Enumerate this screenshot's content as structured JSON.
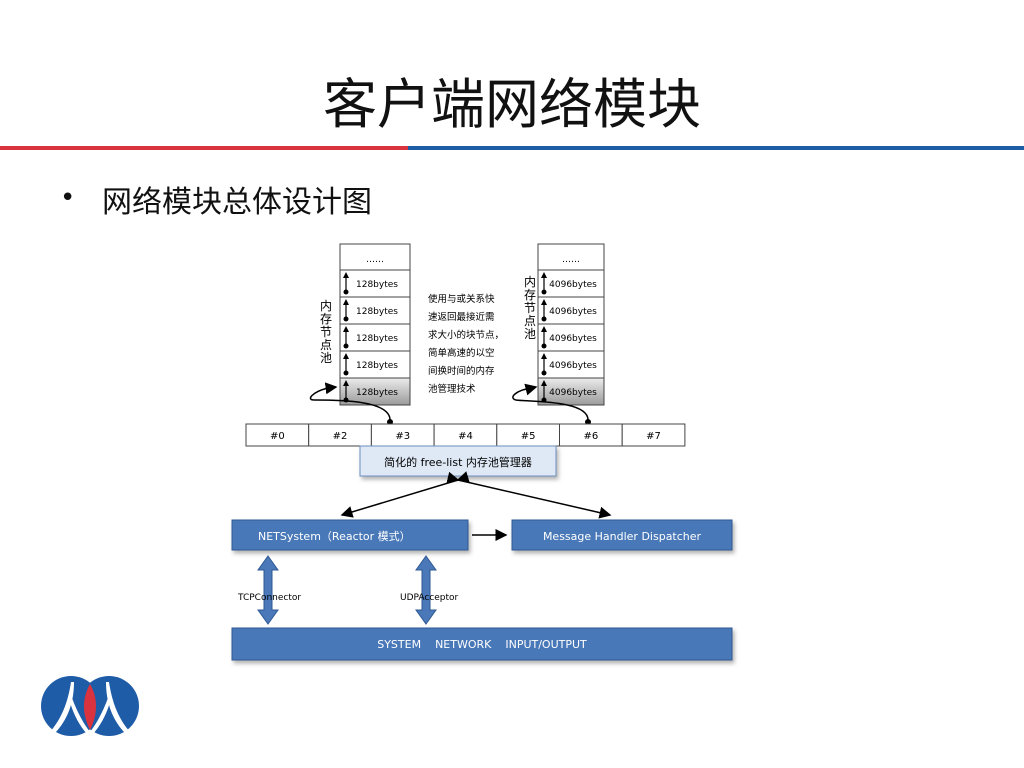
{
  "slide": {
    "title": "客户端网络模块",
    "bullet": "网络模块总体设计图"
  },
  "colors": {
    "accent_red": "#d9333f",
    "accent_blue": "#1f5ca8",
    "box_blue": "#4a78b8",
    "box_border": "#2e5a93"
  },
  "diagram": {
    "left_pool": {
      "label": "内存节点池",
      "top_cell": "……",
      "cells": [
        "128bytes",
        "128bytes",
        "128bytes",
        "128bytes",
        "128bytes"
      ]
    },
    "right_pool": {
      "label": "内存节点池",
      "top_cell": "……",
      "cells": [
        "4096bytes",
        "4096bytes",
        "4096bytes",
        "4096bytes",
        "4096bytes"
      ]
    },
    "description_lines": [
      "使用与或关系快",
      "速返回最接近需",
      "求大小的块节点，",
      "简单高速的以空",
      "间换时间的内存",
      "池管理技术"
    ],
    "slots": [
      "#0",
      "#2",
      "#3",
      "#4",
      "#5",
      "#6",
      "#7"
    ],
    "manager": "简化的 free-list 内存池管理器",
    "netsystem": "NETSystem（Reactor 模式）",
    "dispatcher": "Message Handler Dispatcher",
    "tcp": "TCPConnector",
    "udp": "UDPAcceptor",
    "system_bar": "SYSTEM    NETWORK    INPUT/OUTPUT"
  },
  "logo": {
    "colors": [
      "#1f5ca8",
      "#d9333f"
    ]
  }
}
